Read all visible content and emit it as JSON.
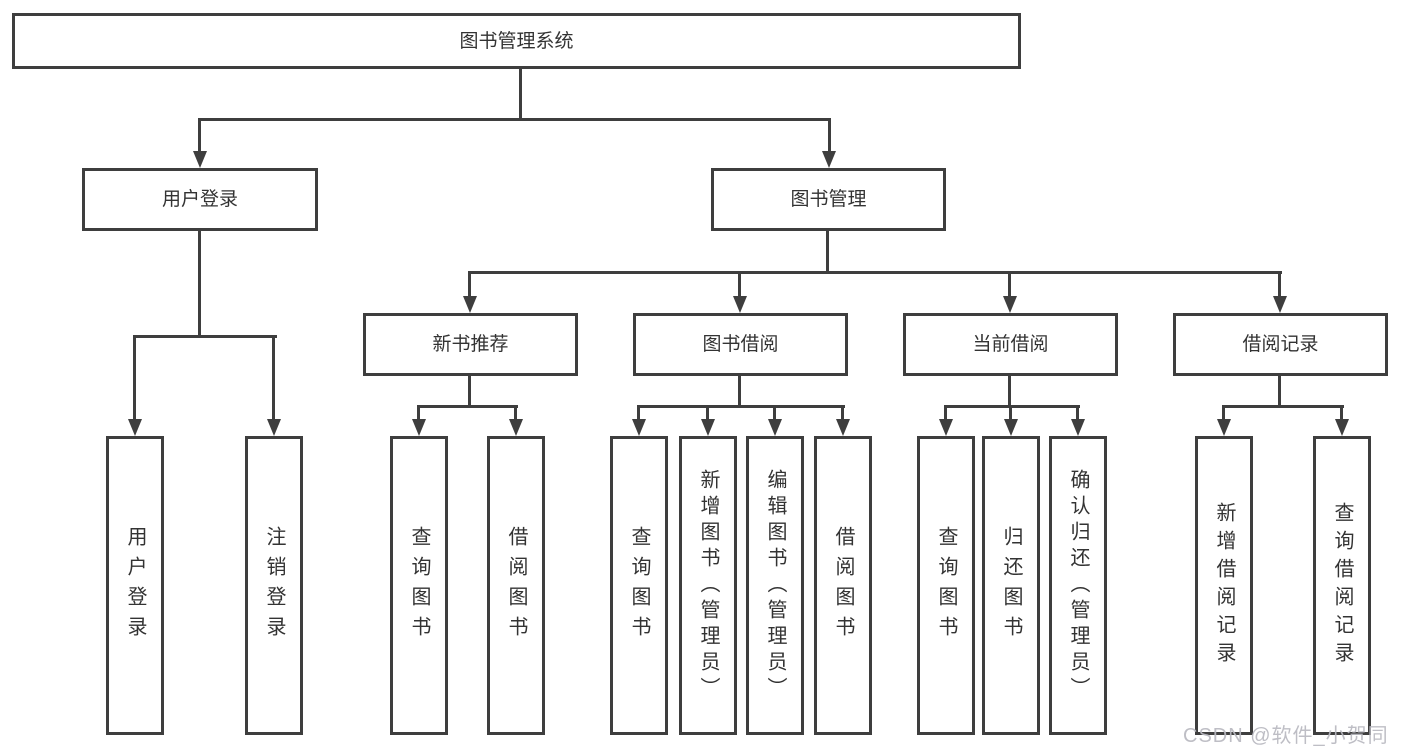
{
  "colors": {
    "background": "#ffffff",
    "line": "#3e3e3e",
    "box_border": "#3e3e3e",
    "text": "#333333",
    "watermark": "#b8b8c0"
  },
  "tree": {
    "root": {
      "label": "图书管理系统"
    },
    "user_login": {
      "label": "用户登录",
      "children": [
        {
          "label": "用户登录"
        },
        {
          "label": "注销登录"
        }
      ]
    },
    "book_management": {
      "label": "图书管理",
      "sections": {
        "new_book_recommend": {
          "label": "新书推荐",
          "children": [
            {
              "label": "查询图书"
            },
            {
              "label": "借阅图书"
            }
          ]
        },
        "book_borrow": {
          "label": "图书借阅",
          "children": [
            {
              "label": "查询图书"
            },
            {
              "label": "新增图书（管理员）"
            },
            {
              "label": "编辑图书（管理员）"
            },
            {
              "label": "借阅图书"
            }
          ]
        },
        "current_borrow": {
          "label": "当前借阅",
          "children": [
            {
              "label": "查询图书"
            },
            {
              "label": "归还图书"
            },
            {
              "label": "确认归还（管理员）"
            }
          ]
        },
        "borrow_records": {
          "label": "借阅记录",
          "children": [
            {
              "label": "新增借阅记录"
            },
            {
              "label": "查询借阅记录"
            }
          ]
        }
      }
    }
  },
  "watermark": {
    "text": "CSDN @软件_小贺同学"
  }
}
